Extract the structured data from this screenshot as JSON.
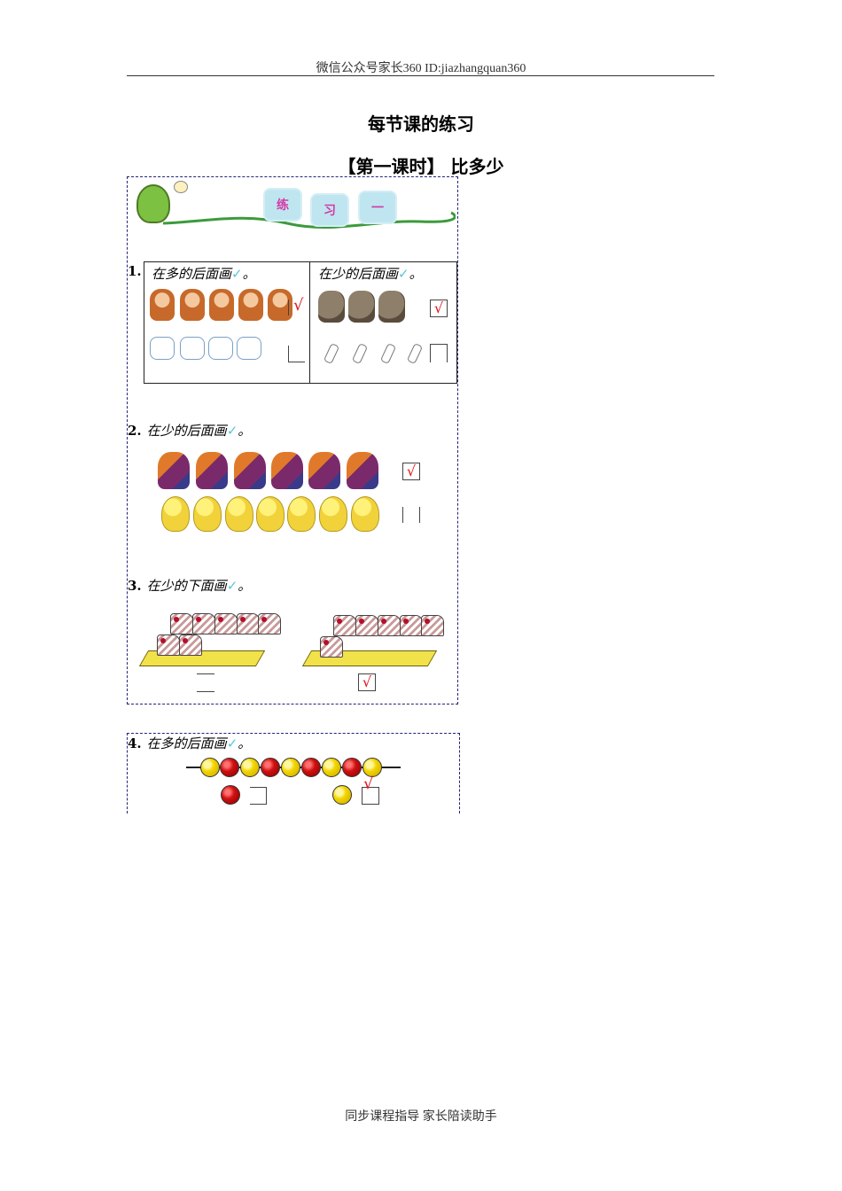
{
  "header": {
    "text": "微信公众号家长360 ID:jiazhangquan360"
  },
  "document": {
    "title": "每节课的练习",
    "subtitle": "【第一课时】 比多少"
  },
  "banner": {
    "tiles": [
      "练",
      "习",
      "一"
    ]
  },
  "questions": [
    {
      "number": "1.",
      "parts": [
        {
          "instruction": "在多的后面画",
          "tick_symbol": "✓",
          "end": "。",
          "rows": [
            {
              "item": "monkey",
              "count": 5,
              "box_mark": "√"
            },
            {
              "item": "cat",
              "count": 4,
              "box_mark": ""
            }
          ]
        },
        {
          "instruction": "在少的后面画",
          "tick_symbol": "✓",
          "end": "。",
          "rows": [
            {
              "item": "dog",
              "count": 3,
              "box_mark": "√"
            },
            {
              "item": "bone",
              "count": 4,
              "box_mark": ""
            }
          ]
        }
      ]
    },
    {
      "number": "2.",
      "instruction": "在少的后面画",
      "tick_symbol": "✓",
      "end": "。",
      "rows": [
        {
          "item": "rooster",
          "count": 6,
          "box_mark": "√"
        },
        {
          "item": "duck",
          "count": 7,
          "box_mark": ""
        }
      ]
    },
    {
      "number": "3.",
      "instruction": "在少的下面画",
      "tick_symbol": "✓",
      "end": "。",
      "trays": [
        {
          "item": "cake",
          "count": 7,
          "box_mark": ""
        },
        {
          "item": "cake",
          "count": 6,
          "box_mark": "√"
        }
      ]
    },
    {
      "number": "4.",
      "instruction": "在多的后面画",
      "tick_symbol": "✓",
      "end": "。",
      "beads": [
        "yellow",
        "red",
        "yellow",
        "red",
        "yellow",
        "red",
        "yellow",
        "red",
        "yellow"
      ],
      "options": [
        {
          "color": "red",
          "box_mark": ""
        },
        {
          "color": "yellow",
          "box_mark": "√"
        }
      ]
    }
  ],
  "footer": {
    "text": "同步课程指导 家长陪读助手"
  }
}
